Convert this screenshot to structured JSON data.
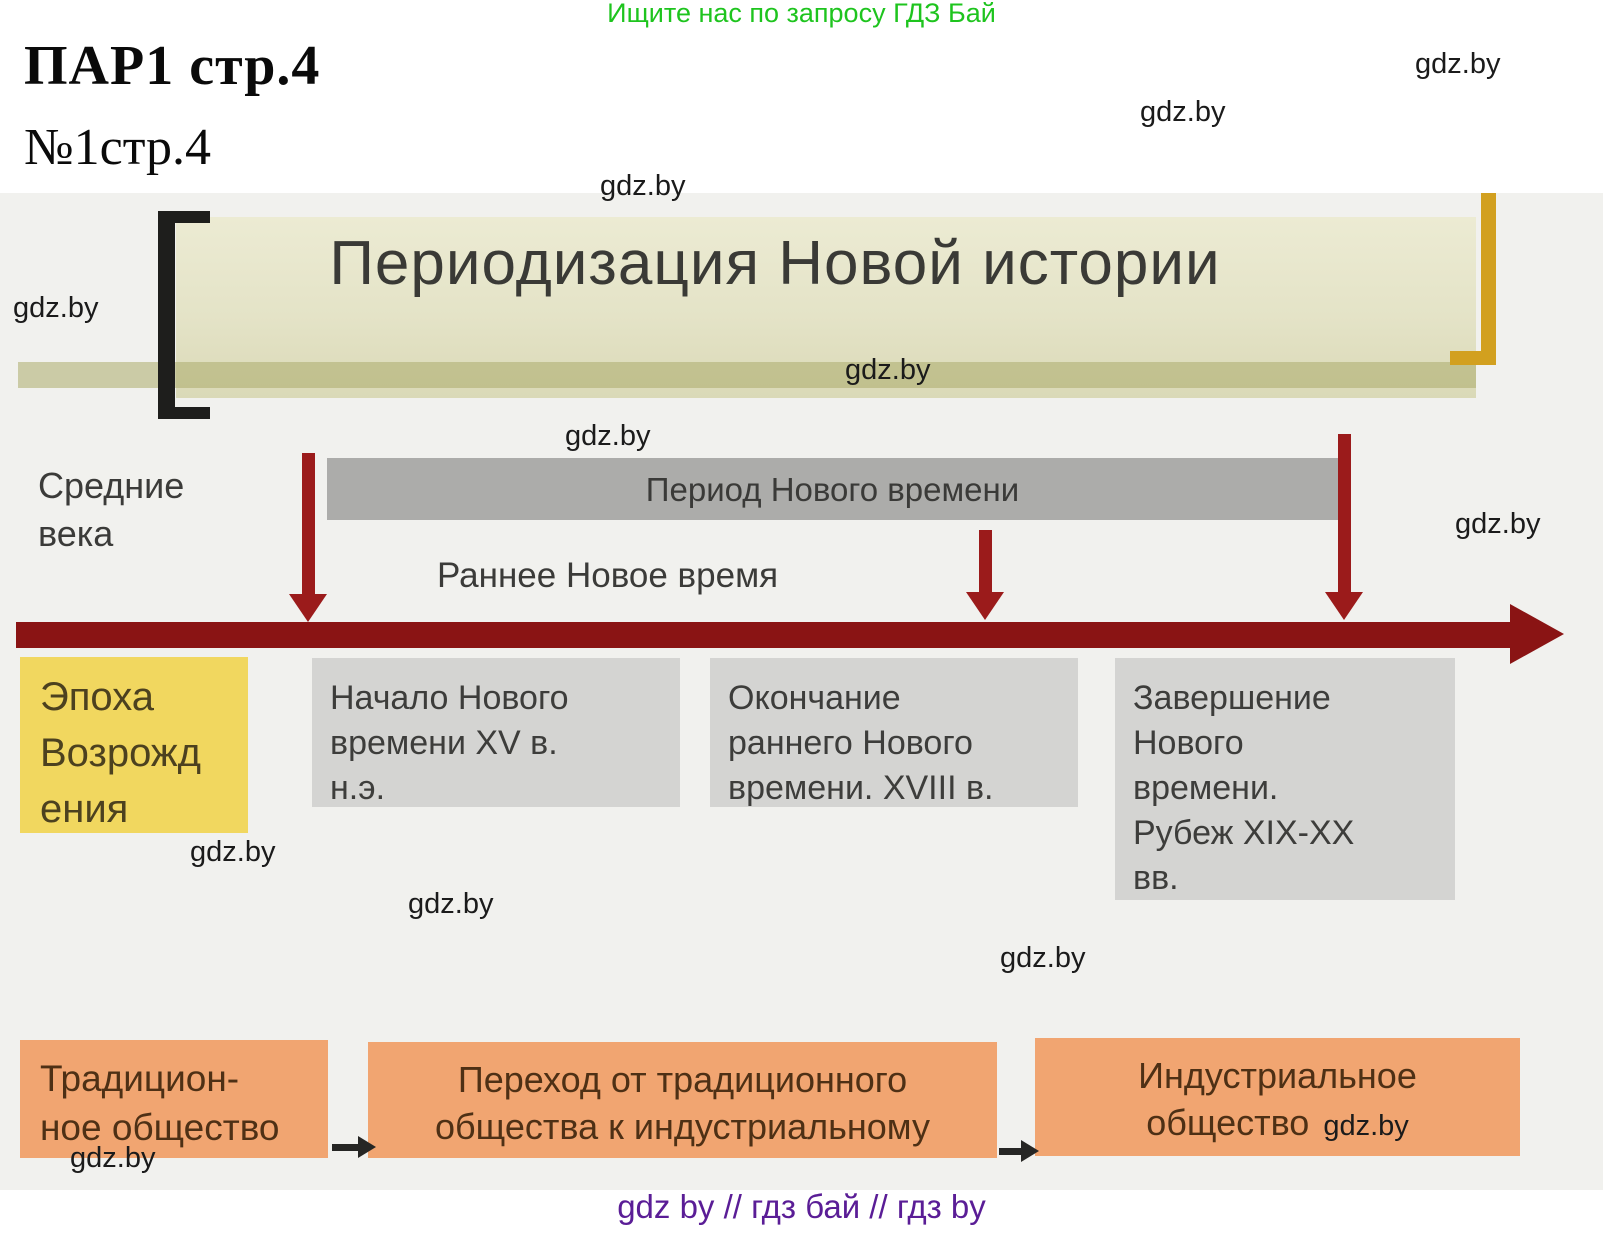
{
  "page": {
    "promo": "Ищите нас по запросу ГДЗ Бай",
    "heading": "ПАР1 стр.4",
    "subheading": "№1стр.4",
    "watermark": "gdz.by",
    "footer": "gdz by  //  гдз бай  //  гдз by"
  },
  "diagram": {
    "title": "Периодизация Новой истории",
    "medieval_label": "Средние\nвека",
    "period_bar_label": "Период Нового времени",
    "early_modern_label": "Раннее Новое время",
    "era_box": "Эпоха\nВозрожд\nения",
    "period_boxes": [
      "Начало Нового\nвремени XV в.\nн.э.",
      "Окончание\nраннего Нового\nвремени. XVIII в.",
      "Завершение\nНового\nвремени.\nРубеж XIX-XX\nвв."
    ],
    "society_boxes": {
      "traditional": "Традицион-\nное общество",
      "transition": "Переход от традиционного\nобщества к индустриальному",
      "industrial_line1": "Индустриальное",
      "industrial_line2": "общество"
    },
    "colors": {
      "promo_green": "#1ec41e",
      "footer_purple": "#5a1d96",
      "timeline_red": "#8a1414",
      "arrow_red": "#9b1b1b",
      "period_bar_gray": "#acacaa",
      "period_box_gray": "#d4d4d2",
      "era_yellow": "#f1d75f",
      "society_orange": "#f1a571",
      "banner_beige": "#e7e7c9",
      "bracket_black": "#1e1e1c",
      "bracket_gold": "#d2a01f",
      "background_gray": "#f1f1ee"
    }
  }
}
